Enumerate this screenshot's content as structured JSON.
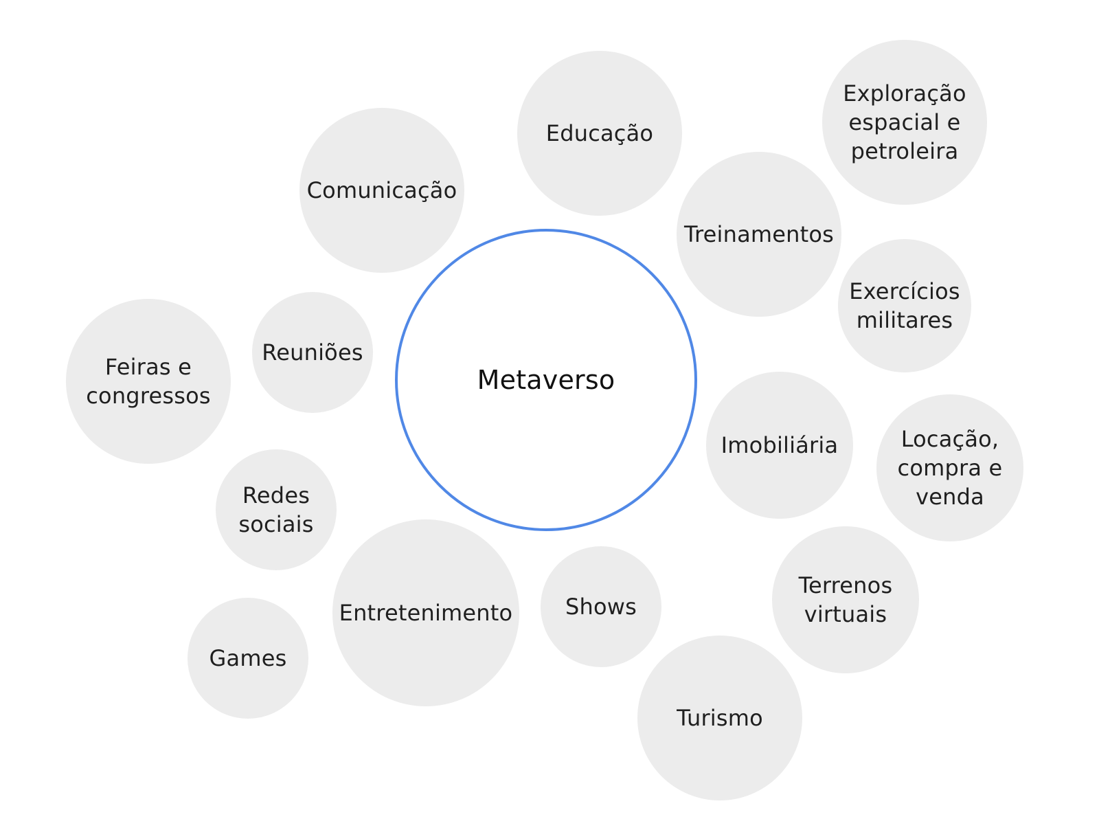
{
  "diagram": {
    "center": {
      "label": "Metaverso",
      "border_color": "#5088e6"
    },
    "bubble_color": "#ececec",
    "bubbles": {
      "comunicacao": "Comunicação",
      "educacao": "Educação",
      "treinamentos": "Treinamentos",
      "exploracao": "Exploração\nespacial e\npetroleira",
      "exercicios": "Exercícios\nmilitares",
      "feiras": "Feiras e\ncongressos",
      "reunioes": "Reuniões",
      "imobiliaria": "Imobiliária",
      "locacao": "Locação,\ncompra e\nvenda",
      "redes": "Redes\nsociais",
      "entretenimento": "Entretenimento",
      "shows": "Shows",
      "terrenos": "Terrenos\nvirtuais",
      "games": "Games",
      "turismo": "Turismo"
    }
  }
}
